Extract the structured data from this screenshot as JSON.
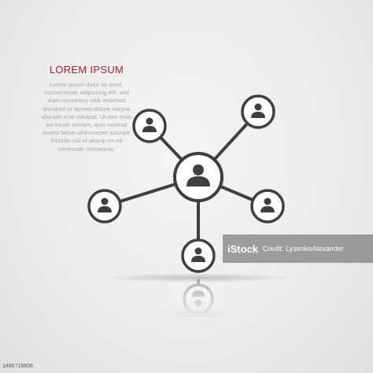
{
  "heading": "LOREM IPSUM",
  "body_lines": [
    "Lorem ipsum dolor sit amet,",
    "consectetuer adipiscing elit, sed",
    "diam nonummy nibh euismod",
    "tincidunt ut laoreet dolore magna",
    "aliquam erat volutpat. Ut wisi enim",
    "ad minim veniam, quis nostrud",
    "exerci tation ullamcorper suscipit",
    "lobortis nisl ut aliquip ex ea",
    "commodo consequat."
  ],
  "watermark": {
    "logo": "iStock",
    "credit": "Credit: LysenkoAlexander"
  },
  "image_id": "1486716606",
  "colors": {
    "heading": "#a3232f",
    "body_text": "#a9a9a9",
    "icon": "#3f3f3f",
    "background": "#ececec"
  },
  "icons": {
    "person": "user-icon",
    "network": "network-icon"
  }
}
